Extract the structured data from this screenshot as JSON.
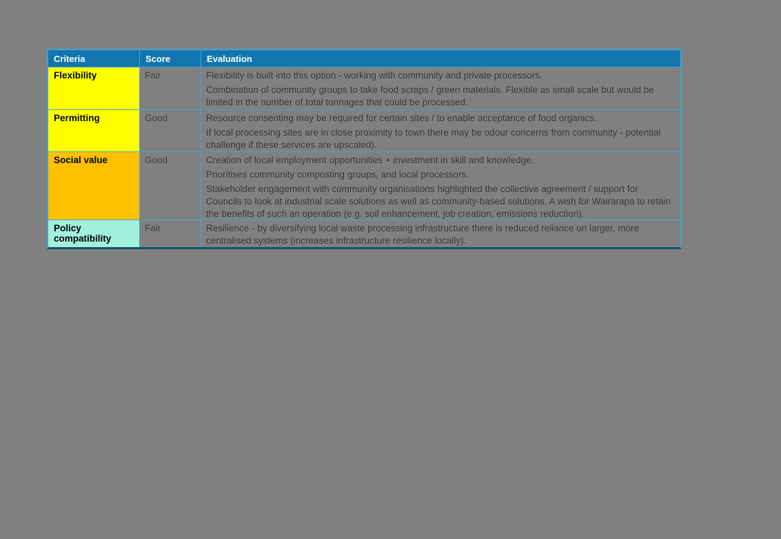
{
  "page": {
    "background_color": "#808080"
  },
  "theme": {
    "header_bg": "#1375AD",
    "header_text_color": "#FFFFFF",
    "grid_line_color": "#41A5D5",
    "outer_bottom_border_color": "#11506F",
    "score_yellow": "#FFFF00",
    "score_orange": "#FFC000",
    "score_mint": "#A2F0DC"
  },
  "table": {
    "headers": [
      "Criteria",
      "Score",
      "Evaluation"
    ],
    "rows": [
      {
        "criteria": "Flexibility",
        "score": "Fair",
        "color": "#FFFF00",
        "paragraphs": [
          "Flexibility is built into this option - working with community and private processors.",
          "Combination of community groups to take food scraps / green materials. Flexible as small scale but would be limited in the number of total tonnages that could be processed."
        ]
      },
      {
        "criteria": "Permitting",
        "score": "Good",
        "color": "#FFFF00",
        "paragraphs": [
          "Resource consenting may be required for certain sites / to enable acceptance of food organics.",
          "If local processing sites are in close proximity to town there may be odour concerns from community - potential challenge if these services are upscaled)."
        ]
      },
      {
        "criteria": "Social value",
        "score": "Good",
        "color": "#FFC000",
        "paragraphs": [
          "Creation of local employment opportunities + investment in skill and knowledge.",
          "Prioritises community composting groups, and local processors.",
          "Stakeholder engagement with community organisations highlighted the collective agreement / support for Councils to look at industrial scale solutions as well as community-based solutions. A wish for Wairarapa to retain the benefits of such an operation (e.g. soil enhancement, job creation, emissions reduction)."
        ]
      },
      {
        "criteria": "Policy compatibility",
        "score": "Fair",
        "color": "#A2F0DC",
        "paragraphs": [
          "Resilience - by diversifying local waste processing infrastructure there is reduced reliance on larger, more centralised systems (increases infrastructure resilience locally)."
        ]
      }
    ]
  }
}
